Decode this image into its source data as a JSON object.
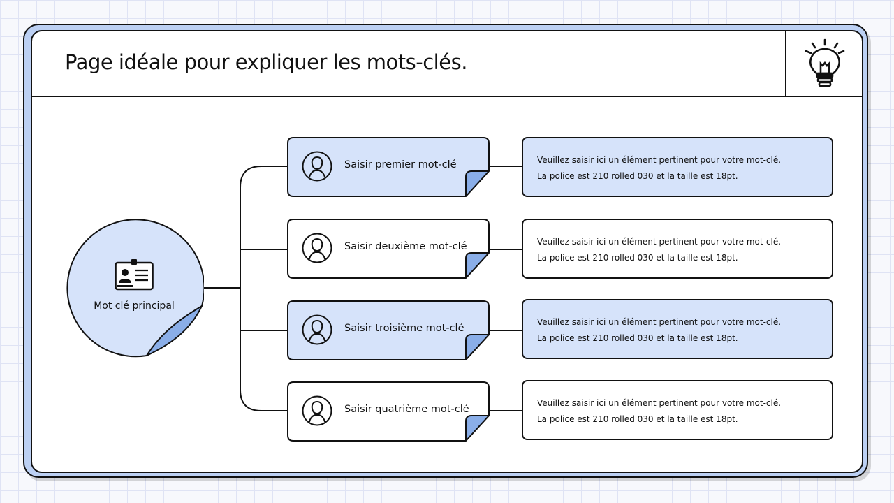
{
  "title": "Page idéale pour expliquer les mots-clés.",
  "main": {
    "label": "Mot clé principal"
  },
  "keywords": [
    {
      "label": "Saisir premier mot-clé",
      "desc_line1": "Veuillez saisir ici un élément pertinent pour votre mot-clé.",
      "desc_line2": "La police est 210 rolled 030 et la taille est 18pt.",
      "style": "blue"
    },
    {
      "label": "Saisir deuxième mot-clé",
      "desc_line1": "Veuillez saisir ici un élément pertinent pour votre mot-clé.",
      "desc_line2": "La police est 210 rolled 030 et la taille est 18pt.",
      "style": "white"
    },
    {
      "label": "Saisir troisième mot-clé",
      "desc_line1": "Veuillez saisir ici un élément pertinent pour votre mot-clé.",
      "desc_line2": "La police est 210 rolled 030 et la taille est 18pt.",
      "style": "blue"
    },
    {
      "label": "Saisir quatrième mot-clé",
      "desc_line1": "Veuillez saisir ici un élément pertinent pour votre mot-clé.",
      "desc_line2": "La police est 210 rolled 030 et la taille est 18pt.",
      "style": "white"
    }
  ],
  "colors": {
    "accent_light": "#d6e3fa",
    "accent_fold": "#8aaee8",
    "frame": "#bcd0f3",
    "ink": "#111111"
  },
  "icons": {
    "header": "lightbulb-icon",
    "main": "id-card-icon",
    "keyword": "user-avatar-icon"
  }
}
